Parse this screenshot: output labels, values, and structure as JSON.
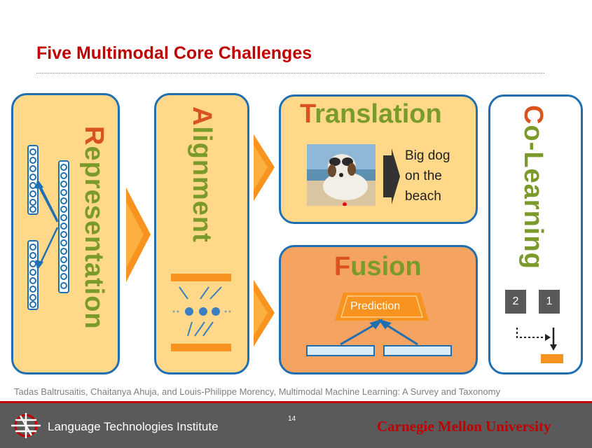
{
  "slide": {
    "title": "Five Multimodal Core Challenges",
    "citation": "Tadas Baltrusaitis, Chaitanya Ahuja, and Louis-Philippe Morency, Multimodal Machine Learning: A Survey and Taxonomy",
    "page_number": "14"
  },
  "challenges": {
    "representation": {
      "first": "R",
      "rest": "epresentation"
    },
    "alignment": {
      "first": "A",
      "rest": "lignment"
    },
    "translation": {
      "first": "T",
      "rest": "ranslation",
      "caption_lines": [
        "Big dog",
        "on the",
        "beach"
      ]
    },
    "fusion": {
      "first": "F",
      "rest": "usion",
      "prediction_label": "Prediction"
    },
    "colearning": {
      "first": "C",
      "rest": "o-Learning",
      "box_left": "2",
      "box_right": "1"
    }
  },
  "footer": {
    "institute": "Language Technologies Institute",
    "university": "Carnegie Mellon University"
  },
  "colors": {
    "title_red": "#c00000",
    "box_border": "#1f6fb2",
    "box_fill_light": "#ffd88a",
    "box_fill_fusion": "#f4a460",
    "arrow_orange": "#f7931e",
    "heading_green": "#7a9a2a",
    "heading_first_letter": "#d9531e"
  }
}
